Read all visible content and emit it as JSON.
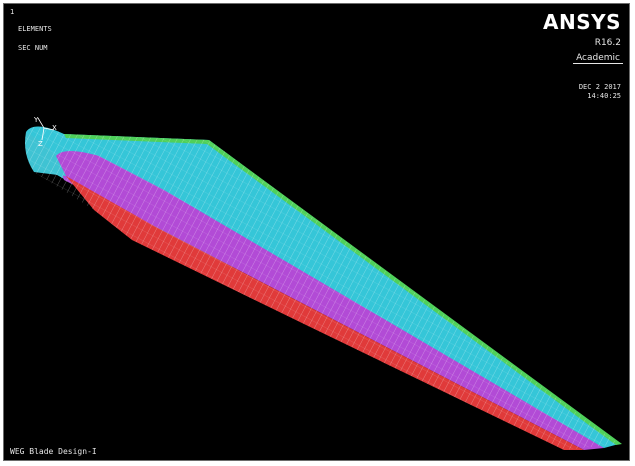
{
  "viewport": {
    "window_number": "1",
    "plot_type": "ELEMENTS",
    "element_label": "SEC NUM",
    "brand": "ANSYS",
    "version": "R16.2",
    "edition": "Academic",
    "date": "DEC 2 2017",
    "time": "14:40:25",
    "title": "WEG Blade Design-I",
    "axis": {
      "y": "Y",
      "z": "Z",
      "x": "X"
    }
  },
  "colors": {
    "background": "#000000",
    "section_cyan": "#35c6d8",
    "section_magenta": "#b24bd6",
    "section_red": "#e03a3a",
    "edge_green": "#4fd05a",
    "mesh_lines": "#ffffff"
  }
}
